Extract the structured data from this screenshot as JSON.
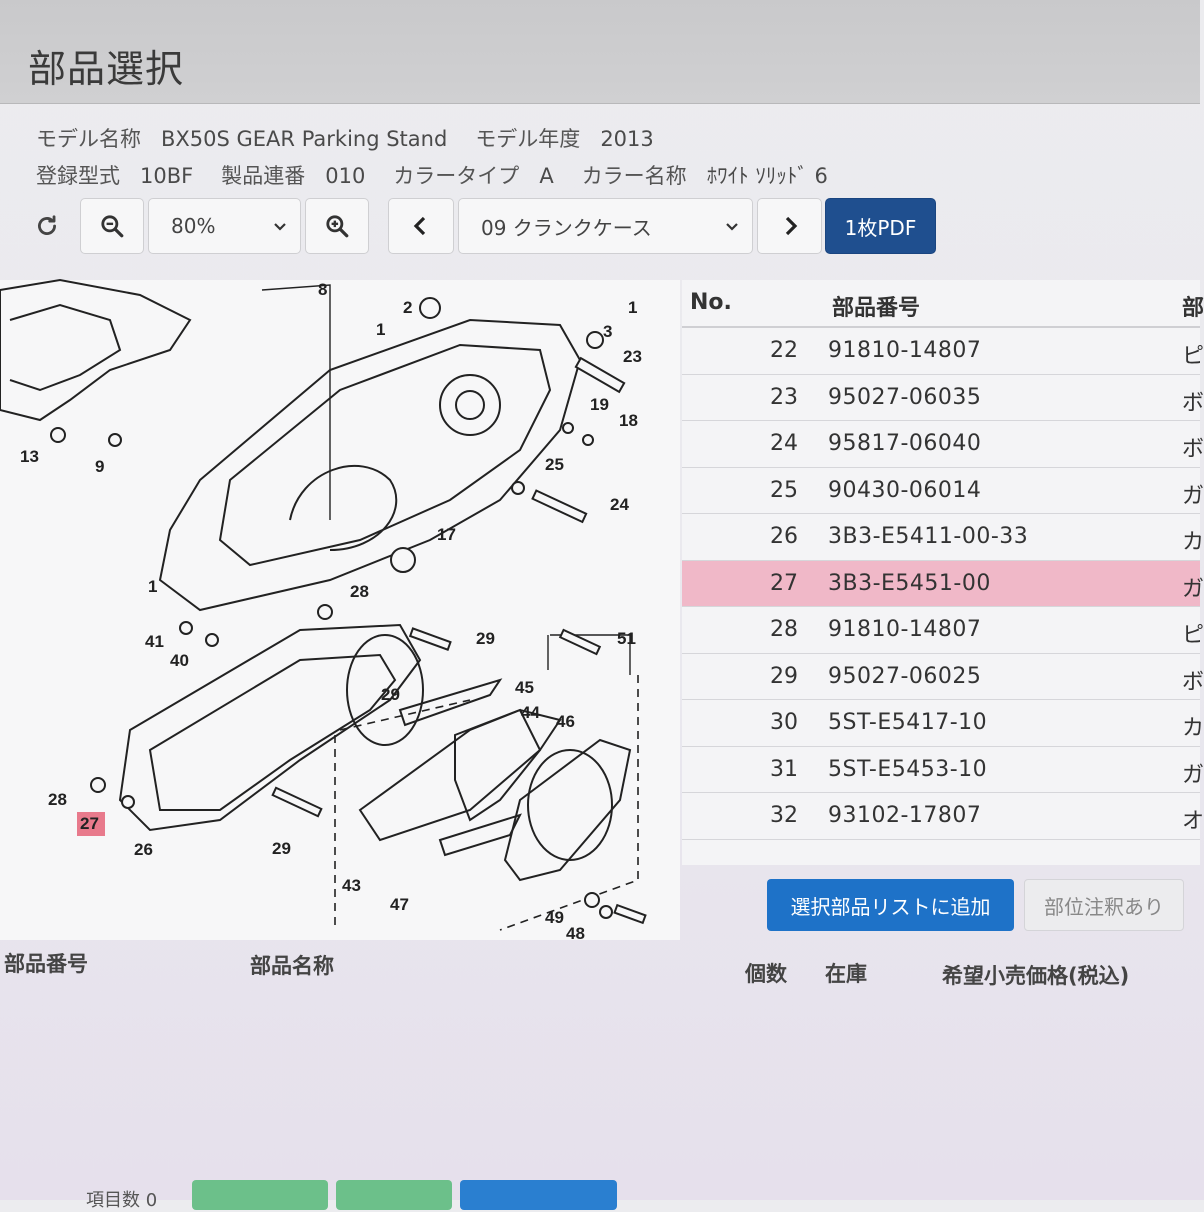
{
  "header": {
    "title": "部品選択"
  },
  "info": {
    "model_name_label": "モデル名称",
    "model_name": "BX50S GEAR Parking Stand",
    "model_year_label": "モデル年度",
    "model_year": "2013",
    "reg_type_label": "登録型式",
    "reg_type": "10BF",
    "serial_label": "製品連番",
    "serial": "010",
    "color_type_label": "カラータイプ",
    "color_type": "A",
    "color_name_label": "カラー名称",
    "color_name": "ﾎﾜｲﾄ ｿﾘｯﾄﾞ 6"
  },
  "toolbar": {
    "zoom": "80%",
    "section": "09 クランクケース",
    "pdf_label": "1枚PDF"
  },
  "diagram": {
    "callouts": [
      "8",
      "2",
      "1",
      "3",
      "1",
      "23",
      "19",
      "18",
      "13",
      "9",
      "25",
      "24",
      "17",
      "1",
      "28",
      "41",
      "40",
      "29",
      "51",
      "45",
      "29",
      "44",
      "46",
      "28",
      "27",
      "26",
      "29",
      "43",
      "47",
      "49",
      "48"
    ],
    "highlight_color": "#e87a8c"
  },
  "table": {
    "headers": {
      "no": "No.",
      "part_number": "部品番号",
      "name": "部"
    },
    "rows": [
      {
        "no": "22",
        "part_number": "91810-14807",
        "name": "ピ"
      },
      {
        "no": "23",
        "part_number": "95027-06035",
        "name": "ボ"
      },
      {
        "no": "24",
        "part_number": "95817-06040",
        "name": "ボ"
      },
      {
        "no": "25",
        "part_number": "90430-06014",
        "name": "ガ"
      },
      {
        "no": "26",
        "part_number": "3B3-E5411-00-33",
        "name": "カ"
      },
      {
        "no": "27",
        "part_number": "3B3-E5451-00",
        "name": "ガ"
      },
      {
        "no": "28",
        "part_number": "91810-14807",
        "name": "ピ"
      },
      {
        "no": "29",
        "part_number": "95027-06025",
        "name": "ボ"
      },
      {
        "no": "30",
        "part_number": "5ST-E5417-10",
        "name": "カ"
      },
      {
        "no": "31",
        "part_number": "5ST-E5453-10",
        "name": "ガ"
      },
      {
        "no": "32",
        "part_number": "93102-17807",
        "name": "オ"
      }
    ],
    "selected_no": "27",
    "selected_color": "#f0b8c8"
  },
  "actions": {
    "add_to_list": "選択部品リストに追加",
    "note": "部位注釈あり"
  },
  "lower_table": {
    "headers": {
      "part_number": "部品番号",
      "part_name": "部品名称",
      "qty": "個数",
      "stock": "在庫",
      "price": "希望小売価格(税込)"
    },
    "item_count": "項目数 0"
  },
  "colors": {
    "primary": "#1e72c8",
    "pdf": "#1f4f8f",
    "green": "#5cb85c"
  }
}
